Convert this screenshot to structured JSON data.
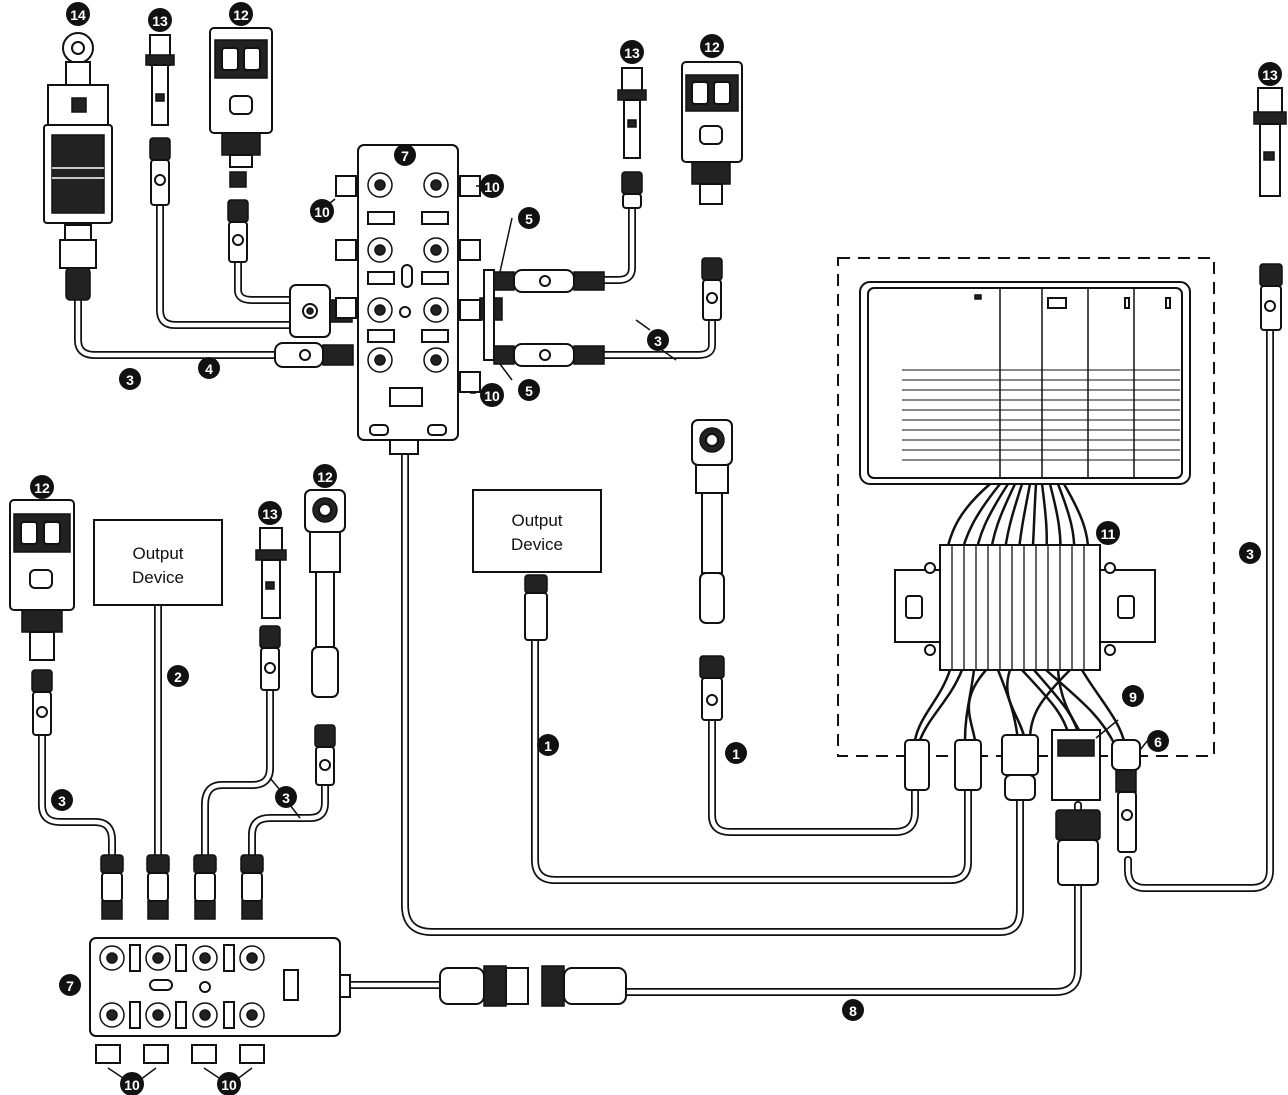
{
  "diagram": {
    "output_devices": [
      {
        "id": "output-device-left",
        "line1": "Output",
        "line2": "Device"
      },
      {
        "id": "output-device-center",
        "line1": "Output",
        "line2": "Device"
      }
    ],
    "callouts": [
      {
        "id": "c14",
        "label": "14"
      },
      {
        "id": "c13a",
        "label": "13"
      },
      {
        "id": "c12a",
        "label": "12"
      },
      {
        "id": "c7top",
        "label": "7"
      },
      {
        "id": "c10a",
        "label": "10"
      },
      {
        "id": "c10b",
        "label": "10"
      },
      {
        "id": "c10c",
        "label": "10"
      },
      {
        "id": "c4",
        "label": "4"
      },
      {
        "id": "c3a",
        "label": "3"
      },
      {
        "id": "c5a",
        "label": "5"
      },
      {
        "id": "c5b",
        "label": "5"
      },
      {
        "id": "c13b",
        "label": "13"
      },
      {
        "id": "c12b",
        "label": "12"
      },
      {
        "id": "c3b",
        "label": "3"
      },
      {
        "id": "c13c",
        "label": "13"
      },
      {
        "id": "c3c",
        "label": "3"
      },
      {
        "id": "c12c",
        "label": "12"
      },
      {
        "id": "c13d",
        "label": "13"
      },
      {
        "id": "c12d",
        "label": "12"
      },
      {
        "id": "c2",
        "label": "2"
      },
      {
        "id": "c3d",
        "label": "3"
      },
      {
        "id": "c3e",
        "label": "3"
      },
      {
        "id": "c1a",
        "label": "1"
      },
      {
        "id": "c1b",
        "label": "1"
      },
      {
        "id": "c11",
        "label": "11"
      },
      {
        "id": "c9",
        "label": "9"
      },
      {
        "id": "c6",
        "label": "6"
      },
      {
        "id": "c7bot",
        "label": "7"
      },
      {
        "id": "c8",
        "label": "8"
      },
      {
        "id": "c10d",
        "label": "10"
      },
      {
        "id": "c10e",
        "label": "10"
      }
    ]
  }
}
